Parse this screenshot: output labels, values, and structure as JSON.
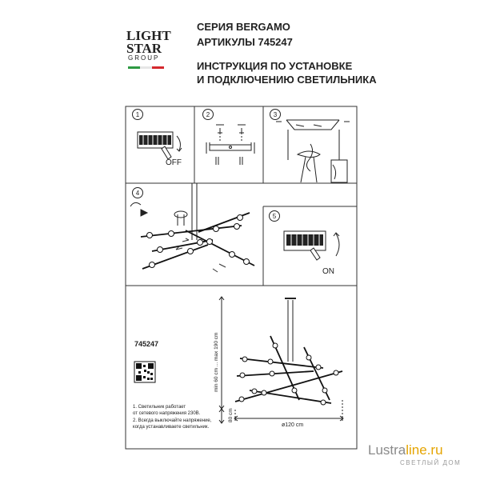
{
  "logo": {
    "line1": "LIGHT",
    "line2": "STAR",
    "line3": "GROUP"
  },
  "header": {
    "series": "СЕРИЯ BERGAMO",
    "articles": "АРТИКУЛЫ 745247",
    "instruction_line1": "ИНСТРУКЦИЯ ПО УСТАНОВКЕ",
    "instruction_line2": "И ПОДКЛЮЧЕНИЮ СВЕТИЛЬНИКА"
  },
  "steps": {
    "s1": "1",
    "s2": "2",
    "s3": "3",
    "s4": "4",
    "s5": "5",
    "off_label": "OFF",
    "on_label": "ON"
  },
  "product": {
    "article": "745247",
    "note1_line1": "1. Светильник работает",
    "note1_line2": "от сетевого напряжения 230В.",
    "note2_line1": "2. Всегда выключайте напряжение,",
    "note2_line2": "когда устанавливаете светильник.",
    "dim_height": "min 60 cm ... max 190 cm",
    "dim_depth": "80 cm",
    "dim_diameter": "ø120 cm"
  },
  "watermark": {
    "brand_part1": "Lustra",
    "brand_part2": "line.ru",
    "tagline": "СВЕТЛЫЙ ДОМ"
  },
  "colors": {
    "text": "#1a1a1a",
    "watermark_grey": "#8a8a8a",
    "watermark_accent": "#e5a400",
    "flag_green": "#2e9a43",
    "flag_red": "#d4282d"
  }
}
